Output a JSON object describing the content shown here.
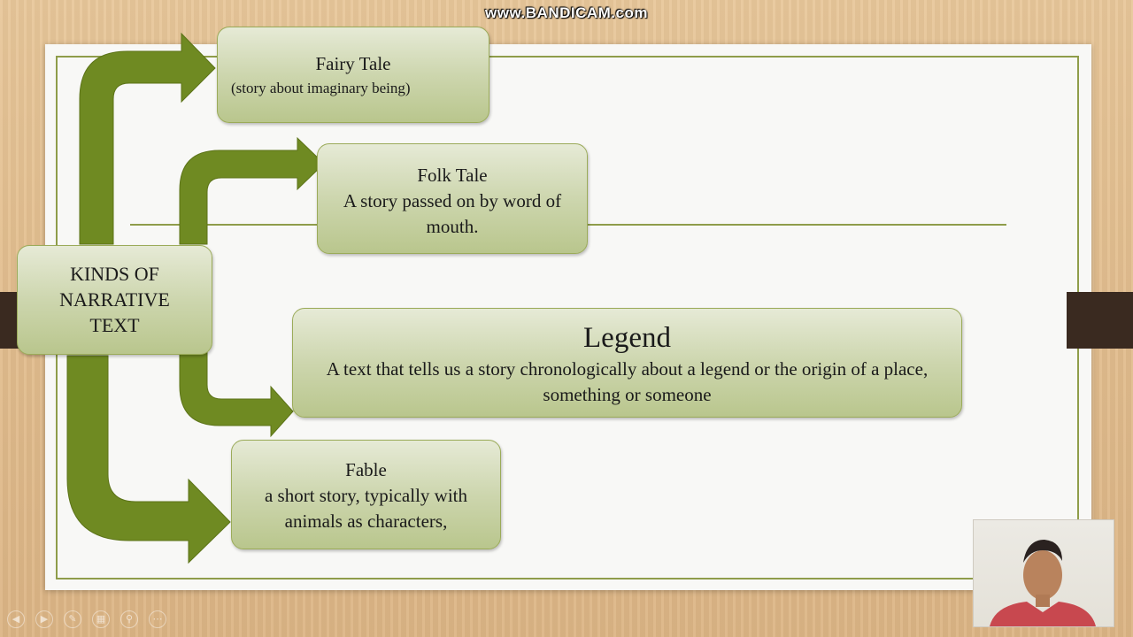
{
  "watermark": "www.BANDICAM.com",
  "slide": {
    "center": {
      "title": "KINDS OF NARRATIVE TEXT"
    },
    "items": [
      {
        "id": "fairy",
        "title": "Fairy Tale",
        "desc": "(story about imaginary being)"
      },
      {
        "id": "folk",
        "title": "Folk Tale",
        "desc": "A story passed on by word of mouth."
      },
      {
        "id": "legend",
        "title": "Legend",
        "desc": "A text  that tells us a story chronologically about a legend or  the origin of a place, something or someone"
      },
      {
        "id": "fable",
        "title": "Fable",
        "desc": "a short story, typically with animals as characters,"
      }
    ]
  },
  "colors": {
    "arrow": "#6f8a22",
    "box_border": "#9bab59",
    "slide_frame": "#8f9d4a",
    "background": "#e3bf90",
    "presenter_shirt": "#c8484f"
  },
  "controls": [
    "back-icon",
    "forward-icon",
    "pen-icon",
    "grid-icon",
    "zoom-icon",
    "more-icon"
  ],
  "webcam": {
    "present": true
  }
}
